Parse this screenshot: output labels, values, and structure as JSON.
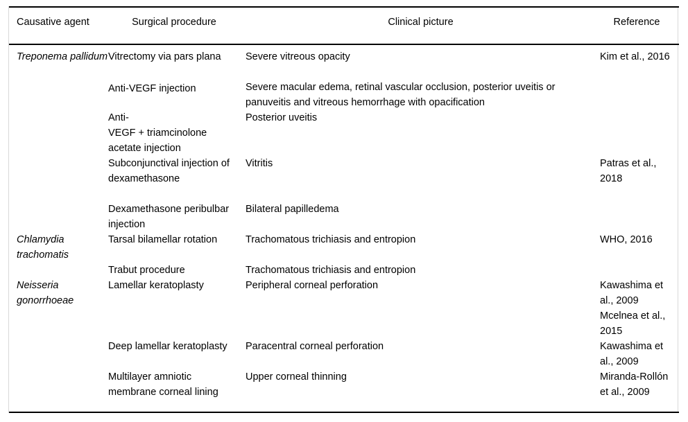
{
  "table": {
    "headers": {
      "causative_agent": "Causative agent",
      "surgical_procedure": "Surgical procedure",
      "clinical_picture": "Clinical picture",
      "reference": "Reference"
    },
    "agents": [
      {
        "name": "Treponema pallidum"
      },
      {
        "name": "Chlamydia trachomatis"
      },
      {
        "name": "Neisseria gonorrhoeae"
      }
    ],
    "procedures": [
      "Vitrectomy via pars plana",
      "Anti-VEGF injection",
      "Anti-\nVEGF + triamcinolone acetate injection",
      "Subconjunctival injection of dexamethasone",
      "Dexamethasone peribulbar injection",
      "Tarsal bilamellar rotation",
      "Trabut procedure",
      "Lamellar keratoplasty",
      "Deep lamellar keratoplasty",
      "Multilayer amniotic membrane corneal lining"
    ],
    "clinical_pictures": [
      "Severe vitreous opacity",
      "Severe macular edema, retinal vascular occlusion, posterior uveitis or panuveitis and vitreous hemorrhage with opacification",
      "Posterior uveitis",
      "Vitritis",
      "Bilateral papilledema",
      "Trachomatous trichiasis and entropion",
      "Trachomatous trichiasis and entropion",
      "Peripheral corneal perforation",
      "Paracentral corneal perforation",
      "Upper corneal thinning"
    ],
    "references": [
      "Kim et al., 2016",
      "Patras et al., 2018",
      "WHO, 2016",
      "Kawashima et al., 2009",
      "Mcelnea et al., 2015",
      "Kawashima et al., 2009",
      "Miranda-Rollón et al., 2009"
    ]
  }
}
